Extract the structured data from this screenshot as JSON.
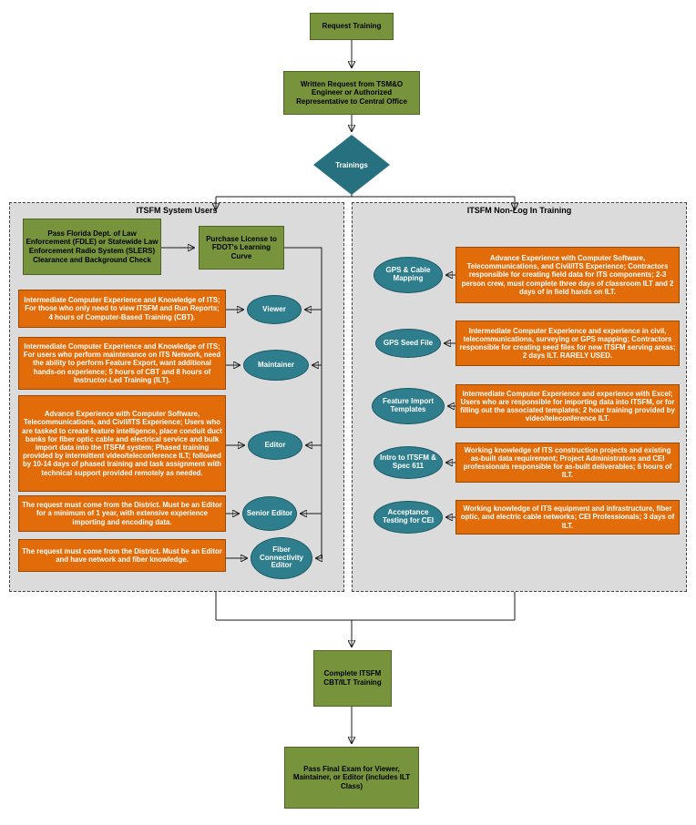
{
  "colors": {
    "green": "#77933C",
    "green_border": "#4F6228",
    "teal": "#2E7E8E",
    "teal_border": "#1C5964",
    "orange": "#E36C0A",
    "panel_gray": "#DBDBDB"
  },
  "top": {
    "request_training": "Request Training",
    "written_request": "Written Request from TSM&O Engineer or Authorized Representative to Central Office",
    "trainings_decision": "Trainings"
  },
  "system_users": {
    "title": "ITSFM System Users",
    "clearance": "Pass Florida Dept. of Law Enforcement (FDLE) or Statewide Law Enforcement Radio System (SLERS) Clearance and Background Check",
    "purchase_license": "Purchase License to FDOT's Learning Curve",
    "roles": [
      {
        "name": "Viewer",
        "desc": "Intermediate Computer Experience and Knowledge of ITS; For those who only need to view ITSFM and Run Reports; 4 hours of Computer-Based Training (CBT)."
      },
      {
        "name": "Maintainer",
        "desc": "Intermediate Computer Experience and Knowledge of ITS; For users who perform maintenance on ITS Network, need the ability to perform Feature Export, want additional hands-on experience; 5 hours of CBT and 8 hours of Instructor-Led Training (ILT)."
      },
      {
        "name": "Editor",
        "desc": "Advance Experience with Computer Software, Telecommunications, and Civil/ITS Experience; Users who are tasked to create feature intelligence, place conduit duct banks for fiber optic cable and electrical service and bulk import data into the ITSFM system; Phased training provided by intermittent video/teleconference ILT; followed by 10-14 days of phased training and task assignment with technical support provided remotely as needed."
      },
      {
        "name": "Senior Editor",
        "desc": "The request must come from the District. Must be an Editor for a minimum of 1 year, with extensive experience importing and encoding data."
      },
      {
        "name": "Fiber Connectivity Editor",
        "desc": "The request must come from the District. Must be an Editor and have network and fiber knowledge."
      }
    ]
  },
  "non_login": {
    "title": "ITSFM Non-Log In Training",
    "trainings": [
      {
        "name": "GPS & Cable Mapping",
        "desc": "Advance Experience with Computer Software, Telecommunications, and Civil/ITS Experience; Contractors responsible for creating field data for ITS components; 2-3 person crew, must complete three days of classroom ILT and 2 days of in field hands on ILT."
      },
      {
        "name": "GPS Seed File",
        "desc": "Intermediate Computer Experience and experience in civil, telecommunications, surveying or GPS mapping; Contractors responsible for creating seed files for new ITSFM serving areas; 2 days ILT. RARELY USED."
      },
      {
        "name": "Feature Import Templates",
        "desc": "Intermediate Computer Experience and experience with Excel; Users who are responsible for importing data into ITSFM, or for filling out the associated templates; 2 hour training provided by video/teleconference ILT."
      },
      {
        "name": "Intro to ITSFM & Spec 611",
        "desc": "Working knowledge of ITS construction projects and existing as-built data requirement; Project Administrators and CEI professionals responsible for as-built deliverables; 6 hours of ILT."
      },
      {
        "name": "Acceptance Testing for CEI",
        "desc": "Working knowledge of ITS equipment and infrastructure, fiber optic, and electric cable networks; CEI Professionals; 3 days of ILT."
      }
    ]
  },
  "bottom": {
    "complete": "Complete ITSFM CBT/ILT Training",
    "pass_final": "Pass Final Exam for Viewer, Maintainer, or Editor (includes ILT Class)"
  }
}
